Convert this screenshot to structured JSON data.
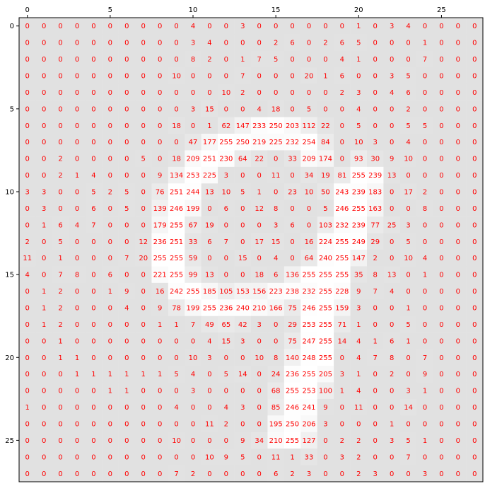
{
  "chart_data": {
    "type": "heatmap",
    "title": "",
    "xlabel": "",
    "ylabel": "",
    "x_ticks": [
      0,
      5,
      10,
      15,
      20,
      25
    ],
    "y_ticks": [
      0,
      5,
      10,
      15,
      20,
      25
    ],
    "x_range": [
      -0.5,
      27.5
    ],
    "y_range": [
      27.5,
      -0.5
    ],
    "grid": false,
    "colormap": "gray",
    "value_range": [
      0,
      255
    ],
    "annotation_color": "#ff0000",
    "values": [
      [
        0,
        0,
        0,
        0,
        0,
        0,
        0,
        0,
        0,
        0,
        4,
        0,
        0,
        3,
        0,
        0,
        0,
        0,
        0,
        0,
        1,
        0,
        3,
        4,
        0,
        0,
        0,
        0
      ],
      [
        0,
        0,
        0,
        0,
        0,
        0,
        0,
        0,
        0,
        0,
        3,
        4,
        0,
        0,
        0,
        2,
        6,
        0,
        2,
        6,
        5,
        0,
        0,
        0,
        1,
        0,
        0,
        0
      ],
      [
        0,
        0,
        0,
        0,
        0,
        0,
        0,
        0,
        0,
        0,
        8,
        2,
        0,
        1,
        7,
        5,
        0,
        0,
        0,
        4,
        1,
        0,
        0,
        0,
        7,
        0,
        0,
        0
      ],
      [
        0,
        0,
        0,
        0,
        0,
        0,
        0,
        0,
        0,
        10,
        0,
        0,
        0,
        7,
        0,
        0,
        0,
        20,
        1,
        6,
        0,
        0,
        3,
        5,
        0,
        0,
        0,
        0
      ],
      [
        0,
        0,
        0,
        0,
        0,
        0,
        0,
        0,
        0,
        0,
        0,
        0,
        10,
        2,
        0,
        0,
        0,
        0,
        0,
        2,
        3,
        0,
        4,
        6,
        0,
        0,
        0,
        0
      ],
      [
        0,
        0,
        0,
        0,
        0,
        0,
        0,
        0,
        0,
        0,
        3,
        15,
        0,
        0,
        4,
        18,
        0,
        5,
        0,
        0,
        4,
        0,
        0,
        2,
        0,
        0,
        0,
        0
      ],
      [
        0,
        0,
        0,
        0,
        0,
        0,
        0,
        0,
        0,
        18,
        0,
        1,
        62,
        147,
        233,
        250,
        203,
        112,
        22,
        0,
        5,
        0,
        0,
        5,
        5,
        0,
        0,
        0
      ],
      [
        0,
        0,
        0,
        0,
        0,
        0,
        0,
        0,
        0,
        0,
        47,
        177,
        255,
        250,
        219,
        225,
        232,
        254,
        84,
        0,
        10,
        3,
        0,
        4,
        0,
        0,
        0,
        0
      ],
      [
        0,
        0,
        2,
        0,
        0,
        0,
        0,
        5,
        0,
        18,
        209,
        251,
        230,
        64,
        22,
        0,
        33,
        209,
        174,
        0,
        93,
        30,
        9,
        10,
        0,
        0,
        0,
        0
      ],
      [
        0,
        0,
        2,
        1,
        4,
        0,
        0,
        0,
        9,
        134,
        253,
        225,
        3,
        0,
        0,
        11,
        0,
        34,
        19,
        81,
        255,
        239,
        13,
        0,
        0,
        0,
        0,
        0
      ],
      [
        3,
        3,
        0,
        0,
        5,
        2,
        5,
        0,
        76,
        251,
        244,
        13,
        10,
        5,
        1,
        0,
        23,
        10,
        50,
        243,
        239,
        183,
        0,
        17,
        2,
        0,
        0,
        0
      ],
      [
        0,
        3,
        0,
        0,
        6,
        0,
        5,
        0,
        139,
        246,
        199,
        0,
        6,
        0,
        12,
        8,
        0,
        0,
        5,
        246,
        255,
        163,
        0,
        0,
        8,
        0,
        0,
        0
      ],
      [
        0,
        1,
        6,
        4,
        7,
        0,
        0,
        0,
        179,
        255,
        67,
        19,
        0,
        0,
        0,
        3,
        6,
        0,
        103,
        232,
        239,
        77,
        25,
        3,
        0,
        0,
        0,
        0
      ],
      [
        2,
        0,
        5,
        0,
        0,
        0,
        0,
        12,
        236,
        251,
        33,
        6,
        7,
        0,
        17,
        15,
        0,
        16,
        224,
        255,
        249,
        29,
        0,
        5,
        0,
        0,
        0,
        0
      ],
      [
        11,
        0,
        1,
        0,
        0,
        0,
        7,
        20,
        255,
        255,
        59,
        0,
        0,
        15,
        0,
        4,
        0,
        64,
        240,
        255,
        147,
        2,
        0,
        10,
        4,
        0,
        0,
        0
      ],
      [
        4,
        0,
        7,
        8,
        0,
        6,
        0,
        0,
        221,
        255,
        99,
        13,
        0,
        0,
        18,
        6,
        136,
        255,
        255,
        255,
        35,
        8,
        13,
        0,
        1,
        0,
        0,
        0
      ],
      [
        0,
        1,
        2,
        0,
        0,
        1,
        9,
        0,
        16,
        242,
        255,
        185,
        105,
        153,
        156,
        223,
        238,
        232,
        255,
        228,
        9,
        7,
        4,
        0,
        0,
        0,
        0,
        0
      ],
      [
        0,
        1,
        2,
        0,
        0,
        0,
        4,
        0,
        9,
        78,
        199,
        255,
        236,
        240,
        210,
        166,
        75,
        246,
        255,
        159,
        3,
        0,
        0,
        1,
        0,
        0,
        0,
        0
      ],
      [
        0,
        1,
        2,
        0,
        0,
        0,
        0,
        0,
        1,
        1,
        7,
        49,
        65,
        42,
        3,
        0,
        29,
        253,
        255,
        71,
        1,
        0,
        0,
        5,
        0,
        0,
        0,
        0
      ],
      [
        0,
        0,
        1,
        0,
        0,
        0,
        0,
        0,
        0,
        0,
        0,
        4,
        15,
        3,
        0,
        0,
        75,
        247,
        255,
        14,
        4,
        1,
        6,
        1,
        0,
        0,
        0,
        0
      ],
      [
        0,
        0,
        1,
        1,
        0,
        0,
        0,
        0,
        0,
        0,
        10,
        3,
        0,
        0,
        10,
        8,
        140,
        248,
        255,
        0,
        4,
        7,
        8,
        0,
        7,
        0,
        0,
        0
      ],
      [
        0,
        0,
        0,
        1,
        1,
        1,
        1,
        1,
        1,
        5,
        4,
        0,
        5,
        14,
        0,
        24,
        236,
        255,
        205,
        3,
        1,
        0,
        2,
        0,
        9,
        0,
        0,
        0
      ],
      [
        0,
        0,
        0,
        0,
        0,
        1,
        1,
        0,
        0,
        0,
        3,
        0,
        0,
        0,
        0,
        68,
        255,
        253,
        100,
        1,
        4,
        0,
        0,
        3,
        1,
        0,
        0,
        0
      ],
      [
        1,
        0,
        0,
        0,
        0,
        0,
        0,
        0,
        0,
        4,
        0,
        0,
        4,
        3,
        0,
        85,
        246,
        241,
        9,
        0,
        11,
        0,
        0,
        14,
        0,
        0,
        0,
        0
      ],
      [
        0,
        0,
        0,
        0,
        0,
        0,
        0,
        0,
        0,
        0,
        0,
        11,
        2,
        0,
        0,
        195,
        250,
        206,
        3,
        0,
        0,
        0,
        1,
        0,
        0,
        0,
        0,
        0
      ],
      [
        0,
        0,
        0,
        0,
        0,
        0,
        0,
        0,
        0,
        10,
        0,
        0,
        0,
        9,
        34,
        210,
        255,
        127,
        0,
        2,
        2,
        0,
        3,
        5,
        1,
        0,
        0,
        0
      ],
      [
        0,
        0,
        0,
        0,
        0,
        0,
        0,
        0,
        0,
        0,
        0,
        10,
        9,
        5,
        0,
        11,
        1,
        33,
        0,
        3,
        2,
        0,
        0,
        7,
        0,
        0,
        0,
        0
      ],
      [
        0,
        0,
        0,
        0,
        0,
        0,
        0,
        0,
        0,
        7,
        2,
        0,
        0,
        0,
        0,
        6,
        2,
        3,
        0,
        0,
        2,
        3,
        0,
        0,
        3,
        0,
        0,
        0
      ]
    ]
  }
}
